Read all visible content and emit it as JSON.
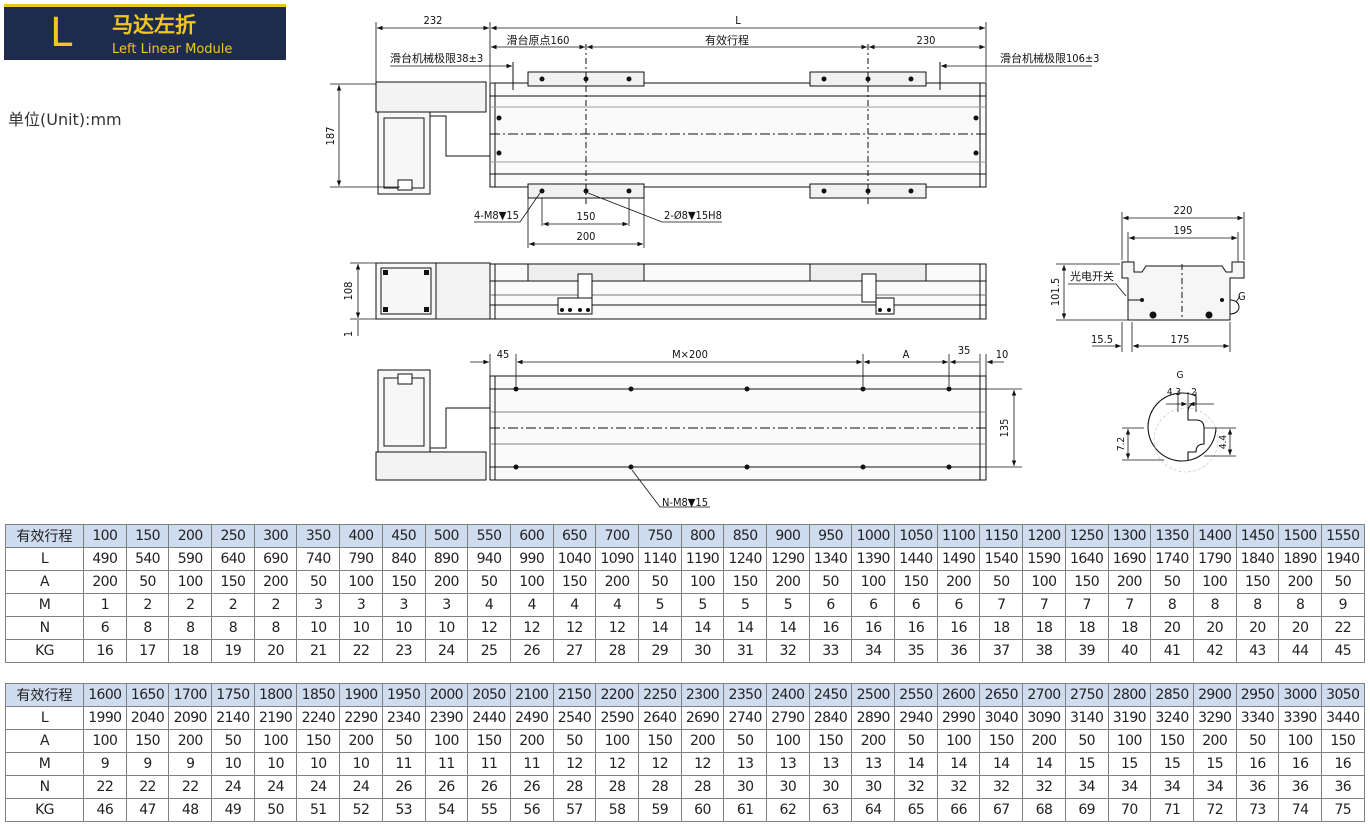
{
  "badge": {
    "letter": "L",
    "title_cn": "马达左折",
    "title_en": "Left Linear Module"
  },
  "unit_label": "单位(Unit):mm",
  "drawing": {
    "dims": {
      "d232": "232",
      "dL": "L",
      "d230": "230",
      "d187": "187",
      "d150": "150",
      "d200": "200",
      "d108": "108",
      "d1": "1",
      "d45": "45",
      "dMx200": "M×200",
      "dA": "A",
      "d35": "35",
      "d10": "10",
      "d135": "135",
      "d220": "220",
      "d195": "195",
      "d101_5": "101.5",
      "d15_5": "15.5",
      "d175": "175",
      "dG": "G",
      "d4_3": "4.3",
      "d2": "2",
      "d7_2": "7.2",
      "d4_4": "4.4",
      "dGdetail": "G"
    },
    "labels": {
      "origin": "滑台原点160",
      "stroke": "有效行程",
      "limit_left": "滑台机械极限38±3",
      "limit_right": "滑台机械极限106±3",
      "m8": "4-M8▼15",
      "pin": "2-Ø8▼15H8",
      "nm8": "N-M8▼15",
      "sensor": "光电开关"
    }
  },
  "tables": [
    {
      "rows": [
        {
          "label": "有效行程",
          "values": [
            "100",
            "150",
            "200",
            "250",
            "300",
            "350",
            "400",
            "450",
            "500",
            "550",
            "600",
            "650",
            "700",
            "750",
            "800",
            "850",
            "900",
            "950",
            "1000",
            "1050",
            "1100",
            "1150",
            "1200",
            "1250",
            "1300",
            "1350",
            "1400",
            "1450",
            "1500",
            "1550"
          ]
        },
        {
          "label": "L",
          "values": [
            "490",
            "540",
            "590",
            "640",
            "690",
            "740",
            "790",
            "840",
            "890",
            "940",
            "990",
            "1040",
            "1090",
            "1140",
            "1190",
            "1240",
            "1290",
            "1340",
            "1390",
            "1440",
            "1490",
            "1540",
            "1590",
            "1640",
            "1690",
            "1740",
            "1790",
            "1840",
            "1890",
            "1940"
          ]
        },
        {
          "label": "A",
          "values": [
            "200",
            "50",
            "100",
            "150",
            "200",
            "50",
            "100",
            "150",
            "200",
            "50",
            "100",
            "150",
            "200",
            "50",
            "100",
            "150",
            "200",
            "50",
            "100",
            "150",
            "200",
            "50",
            "100",
            "150",
            "200",
            "50",
            "100",
            "150",
            "200",
            "50"
          ]
        },
        {
          "label": "M",
          "values": [
            "1",
            "2",
            "2",
            "2",
            "2",
            "3",
            "3",
            "3",
            "3",
            "4",
            "4",
            "4",
            "4",
            "5",
            "5",
            "5",
            "5",
            "6",
            "6",
            "6",
            "6",
            "7",
            "7",
            "7",
            "7",
            "8",
            "8",
            "8",
            "8",
            "9"
          ]
        },
        {
          "label": "N",
          "values": [
            "6",
            "8",
            "8",
            "8",
            "8",
            "10",
            "10",
            "10",
            "10",
            "12",
            "12",
            "12",
            "12",
            "14",
            "14",
            "14",
            "14",
            "16",
            "16",
            "16",
            "16",
            "18",
            "18",
            "18",
            "18",
            "20",
            "20",
            "20",
            "20",
            "22"
          ]
        },
        {
          "label": "KG",
          "values": [
            "16",
            "17",
            "18",
            "19",
            "20",
            "21",
            "22",
            "23",
            "24",
            "25",
            "26",
            "27",
            "28",
            "29",
            "30",
            "31",
            "32",
            "33",
            "34",
            "35",
            "36",
            "37",
            "38",
            "39",
            "40",
            "41",
            "42",
            "43",
            "44",
            "45"
          ]
        }
      ]
    },
    {
      "rows": [
        {
          "label": "有效行程",
          "values": [
            "1600",
            "1650",
            "1700",
            "1750",
            "1800",
            "1850",
            "1900",
            "1950",
            "2000",
            "2050",
            "2100",
            "2150",
            "2200",
            "2250",
            "2300",
            "2350",
            "2400",
            "2450",
            "2500",
            "2550",
            "2600",
            "2650",
            "2700",
            "2750",
            "2800",
            "2850",
            "2900",
            "2950",
            "3000",
            "3050"
          ]
        },
        {
          "label": "L",
          "values": [
            "1990",
            "2040",
            "2090",
            "2140",
            "2190",
            "2240",
            "2290",
            "2340",
            "2390",
            "2440",
            "2490",
            "2540",
            "2590",
            "2640",
            "2690",
            "2740",
            "2790",
            "2840",
            "2890",
            "2940",
            "2990",
            "3040",
            "3090",
            "3140",
            "3190",
            "3240",
            "3290",
            "3340",
            "3390",
            "3440"
          ]
        },
        {
          "label": "A",
          "values": [
            "100",
            "150",
            "200",
            "50",
            "100",
            "150",
            "200",
            "50",
            "100",
            "150",
            "200",
            "50",
            "100",
            "150",
            "200",
            "50",
            "100",
            "150",
            "200",
            "50",
            "100",
            "150",
            "200",
            "50",
            "100",
            "150",
            "200",
            "50",
            "100",
            "150"
          ]
        },
        {
          "label": "M",
          "values": [
            "9",
            "9",
            "9",
            "10",
            "10",
            "10",
            "10",
            "11",
            "11",
            "11",
            "11",
            "12",
            "12",
            "12",
            "12",
            "13",
            "13",
            "13",
            "13",
            "14",
            "14",
            "14",
            "14",
            "15",
            "15",
            "15",
            "15",
            "16",
            "16",
            "16"
          ]
        },
        {
          "label": "N",
          "values": [
            "22",
            "22",
            "22",
            "24",
            "24",
            "24",
            "24",
            "26",
            "26",
            "26",
            "26",
            "28",
            "28",
            "28",
            "28",
            "30",
            "30",
            "30",
            "30",
            "32",
            "32",
            "32",
            "32",
            "34",
            "34",
            "34",
            "34",
            "36",
            "36",
            "36"
          ]
        },
        {
          "label": "KG",
          "values": [
            "46",
            "47",
            "48",
            "49",
            "50",
            "51",
            "52",
            "53",
            "54",
            "55",
            "56",
            "57",
            "58",
            "59",
            "60",
            "61",
            "62",
            "63",
            "64",
            "65",
            "66",
            "67",
            "68",
            "69",
            "70",
            "71",
            "72",
            "73",
            "74",
            "75"
          ]
        }
      ]
    }
  ]
}
